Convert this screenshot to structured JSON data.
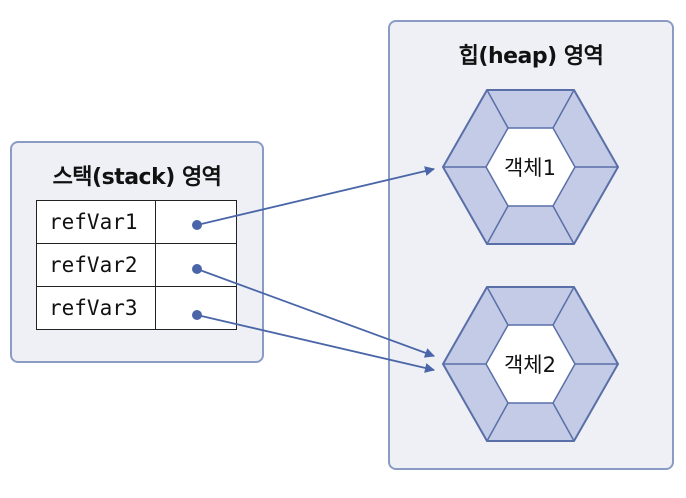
{
  "stack": {
    "title": "스택(stack) 영역",
    "variables": [
      {
        "name": "refVar1",
        "target": "obj1"
      },
      {
        "name": "refVar2",
        "target": "obj2"
      },
      {
        "name": "refVar3",
        "target": "obj2"
      }
    ]
  },
  "heap": {
    "title": "힙(heap) 영역",
    "objects": [
      {
        "id": "obj1",
        "label": "객체1"
      },
      {
        "id": "obj2",
        "label": "객체2"
      }
    ]
  },
  "colors": {
    "panel_bg": "#eef0f5",
    "panel_border": "#8a9cc4",
    "hexagon_fill": "#c3cbe6",
    "hexagon_stroke": "#5a6fa8",
    "arrow": "#4a66a8",
    "dot": "#4a66a8"
  }
}
